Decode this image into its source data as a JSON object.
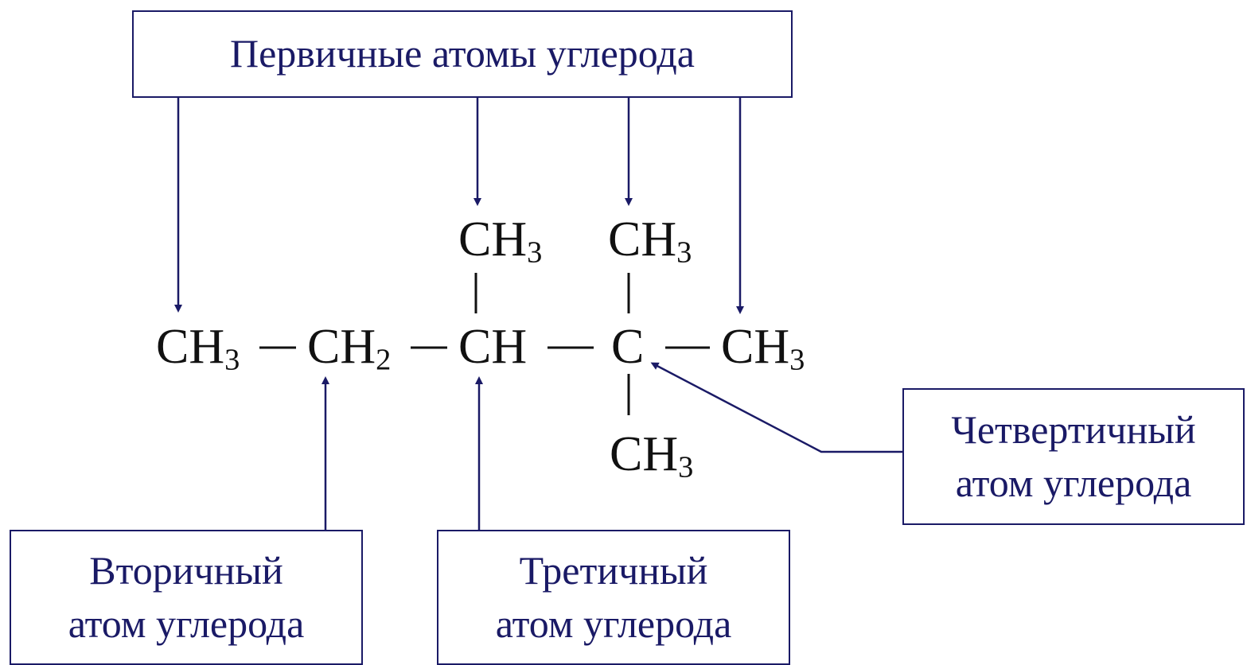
{
  "labels": {
    "primary": "Первичные атомы углерода",
    "secondary": [
      "Вторичный",
      "атом углерода"
    ],
    "tertiary": [
      "Третичный",
      "атом углерода"
    ],
    "quaternary": [
      "Четвертичный",
      "атом углерода"
    ]
  },
  "formula": {
    "main_chain": [
      {
        "base": "CH",
        "sub": "3"
      },
      {
        "base": "CH",
        "sub": "2"
      },
      {
        "base": "CH",
        "sub": ""
      },
      {
        "base": "C",
        "sub": ""
      },
      {
        "base": "CH",
        "sub": "3"
      }
    ],
    "branch_ch": {
      "base": "CH",
      "sub": "3"
    },
    "branch_c_top": {
      "base": "CH",
      "sub": "3"
    },
    "branch_c_bottom": {
      "base": "CH",
      "sub": "3"
    }
  },
  "colors": {
    "arrow": "#1a1a66",
    "box_border": "#1a1a66",
    "label_text": "#1a1a66",
    "formula_text": "#111111"
  }
}
